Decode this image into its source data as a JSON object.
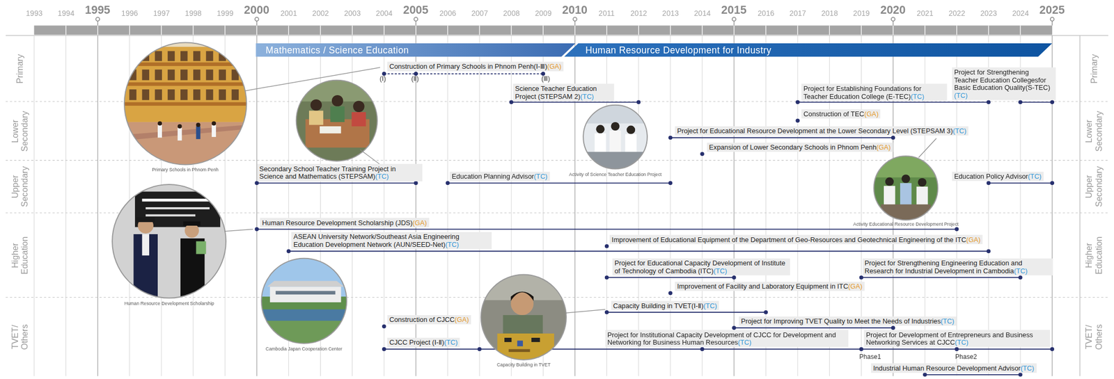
{
  "diagram": {
    "nodes": [
      {
        "text": [
          "Mathematics / Science Education"
        ]
      },
      {
        "text": [
          "Human Resource Development for Industry"
        ]
      },
      {
        "text": [
          "Construction of Primary Schools in Phnom Penh(Ⅰ-Ⅲ)",
          "(GA)"
        ]
      },
      {
        "text": [
          "Science Teacher Education Project (STEPSAM 2)",
          "(TC)"
        ]
      },
      {
        "text": [
          "Project for Establishing Foundations for Teacher Education College (E-TEC)",
          "(TC)"
        ]
      },
      {
        "text": [
          "Project for Strengthening Teacher Education Collegesfor Basic Education Quality(S-TEC)",
          "(TC)"
        ]
      },
      {
        "text": [
          "Construction of TEC",
          "(GA)"
        ]
      },
      {
        "text": [
          "Project for Educational Resource Development at the Lower Secondary Level (STEPSAM 3)",
          "(TC)"
        ]
      },
      {
        "text": [
          "Expansion of Lower Secondary Schools in Phnom Penh",
          "(GA)"
        ]
      },
      {
        "text": [
          "Secondary School Teacher Training Project in Science and Mathematics (STEPSAM)",
          "(TC)"
        ]
      },
      {
        "text": [
          "Education Planning Advisor",
          "(TC)"
        ]
      },
      {
        "text": [
          "Education Policy Advisor",
          "(TC)"
        ]
      },
      {
        "text": [
          "Human Resource Development Scholarship (JDS)",
          "(GA)"
        ]
      },
      {
        "text": [
          "ASEAN University Network/Southeast Asia Engineering Education Development Network (AUN/SEED-Net)",
          "(TC)"
        ]
      },
      {
        "text": [
          "Improvement of Educational Equipment of the Department of Geo-Resources and Geotechnical Engineering of the ITC",
          "(GA)"
        ]
      },
      {
        "text": [
          "Project for Educational Capacity Development of Institute of Technology of Cambodia (ITC)",
          "(TC)"
        ]
      },
      {
        "text": [
          "Project for Strengthening Engineering Education and Research for Industrial Development in Cambodia",
          "(TC)"
        ]
      },
      {
        "text": [
          "Improvement of Facility and Laboratory Equipment in ITC",
          "(GA)"
        ]
      },
      {
        "text": [
          "Capacity Building in TVET(Ⅰ-Ⅱ)",
          "(TC)"
        ]
      },
      {
        "text": [
          "Construction of CJCC",
          "(GA)"
        ]
      },
      {
        "text": [
          "Project for Improving TVET Quality to Meet the Needs of Industries",
          "(TC)"
        ]
      },
      {
        "text": [
          "CJCC Project (Ⅰ-Ⅱ)",
          "(TC)"
        ]
      },
      {
        "text": [
          "Project for Institutional Capacity Development of CJCC for Development and Networking for Business Human Resources",
          "(TC)"
        ]
      },
      {
        "text": [
          "Project for Development of Entrepreneurs and Business Networking Services at CJCC",
          "(TC)"
        ]
      },
      {
        "text": [
          "Industrial Human Resource Development Advisor",
          "(TC)"
        ]
      }
    ],
    "labels": [
      "1993",
      "1994",
      "1995",
      "1996",
      "1997",
      "1998",
      "1999",
      "2000",
      "2001",
      "2002",
      "2003",
      "2004",
      "2005",
      "2006",
      "2007",
      "2008",
      "2009",
      "2010",
      "2011",
      "2012",
      "2013",
      "2014",
      "2015",
      "2016",
      "2017",
      "2018",
      "2019",
      "2020",
      "2021",
      "2022",
      "2023",
      "2024",
      "2025",
      "Primary",
      "Lower Secondary",
      "Upper Secondary",
      "Higher Education",
      "TVET/ Others",
      "Primary",
      "Lower Secondary",
      "Upper Secondary",
      "Higher Education",
      "TVET/ Others",
      "(Ⅰ)",
      "(Ⅱ)",
      "(Ⅲ)",
      "Phase1",
      "Phase2",
      "Primary Schools in Phnom Penh",
      "Activity of Science Teacher Education Project",
      "Activity Educational Resource Development Project",
      "Human Resource Development Scholarship",
      "Cambodia Japan Cooperation Center",
      "Capacity Building in TVET"
    ]
  }
}
